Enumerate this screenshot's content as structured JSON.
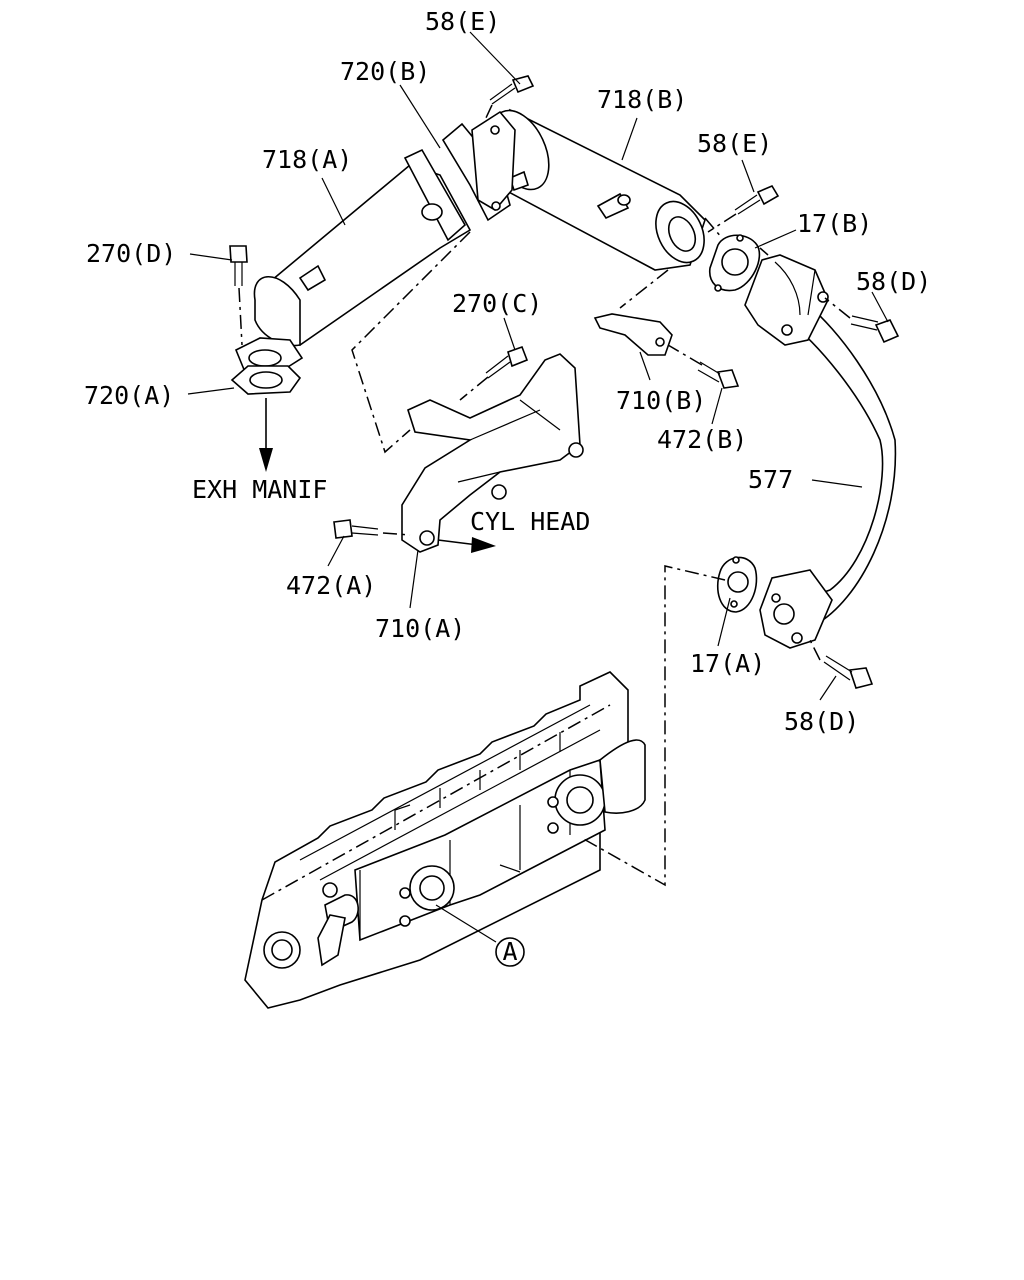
{
  "labels": {
    "p58e_top": "58(E)",
    "p720b": "720(B)",
    "p718b": "718(B)",
    "p718a": "718(A)",
    "p58e_right": "58(E)",
    "p17b": "17(B)",
    "p270d": "270(D)",
    "p58d_top": "58(D)",
    "p270c": "270(C)",
    "p720a": "720(A)",
    "p710b": "710(B)",
    "p472b": "472(B)",
    "p577": "577",
    "exh_manif": "EXH MANIF",
    "cyl_head": "CYL HEAD",
    "p472a": "472(A)",
    "p710a": "710(A)",
    "p17a": "17(A)",
    "p58d_bottom": "58(D)",
    "ref_a": "A"
  }
}
